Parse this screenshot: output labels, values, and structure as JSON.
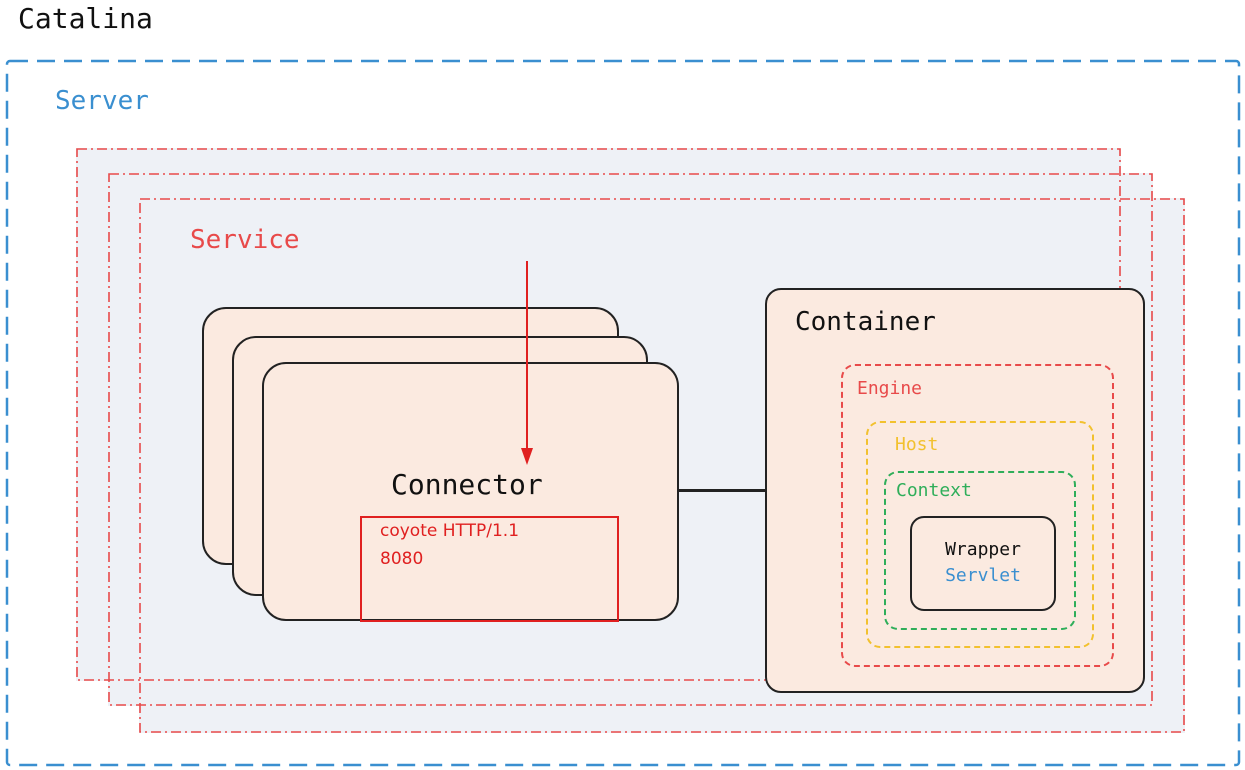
{
  "colors": {
    "server_blue": "#3a8fd0",
    "service_red": "#e84a4a",
    "engine_red": "#e84a4a",
    "host_yellow": "#f2c12e",
    "context_green": "#2fae5a",
    "servlet_blue": "#3a8fd0",
    "annotation_red": "#e02020"
  },
  "catalina": {
    "title": "Catalina"
  },
  "server": {
    "title": "Server"
  },
  "service": {
    "title": "Service"
  },
  "connector": {
    "title": "Connector",
    "annotation": {
      "protocol": "coyote HTTP/1.1",
      "port": "8080"
    }
  },
  "container": {
    "title": "Container",
    "engine": "Engine",
    "host": "Host",
    "context": "Context",
    "wrapper": "Wrapper",
    "servlet": "Servlet"
  },
  "icons": {
    "request_arrow": "arrow-down-icon"
  }
}
